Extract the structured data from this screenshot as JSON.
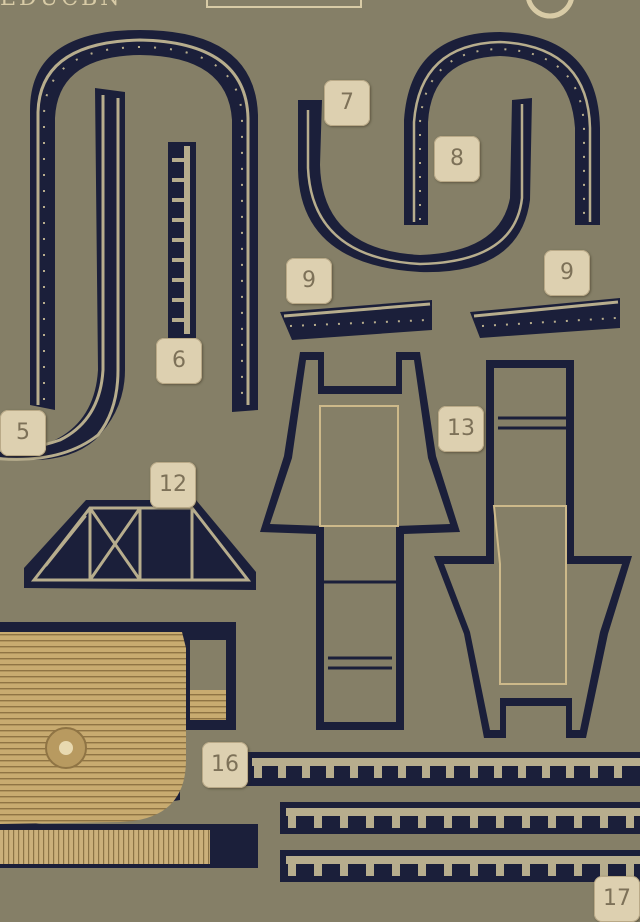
{
  "sheet": {
    "brand_text": "EDUCBN",
    "colors": {
      "brass": "#857f67",
      "brass_light": "#ddd0b0",
      "etch": "#1b1f3a",
      "gold_part": "#c9ad72"
    }
  },
  "part_labels": [
    {
      "id": "5",
      "text": "5"
    },
    {
      "id": "6",
      "text": "6"
    },
    {
      "id": "7",
      "text": "7"
    },
    {
      "id": "8",
      "text": "8"
    },
    {
      "id": "9a",
      "text": "9"
    },
    {
      "id": "9b",
      "text": "9"
    },
    {
      "id": "12",
      "text": "12"
    },
    {
      "id": "13",
      "text": "13"
    },
    {
      "id": "16",
      "text": "16"
    },
    {
      "id": "17",
      "text": "17"
    }
  ]
}
